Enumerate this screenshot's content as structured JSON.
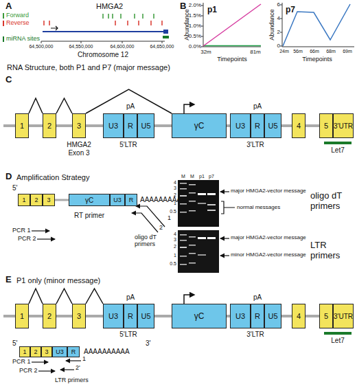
{
  "diagram": {
    "nodes": [
      {
        "text": [
          "1"
        ]
      },
      {
        "text": [
          "2"
        ]
      },
      {
        "text": [
          "3"
        ]
      },
      {
        "text": [
          "U3"
        ]
      },
      {
        "text": [
          "R"
        ]
      },
      {
        "text": [
          "U5"
        ]
      },
      {
        "text": [
          "γC"
        ]
      },
      {
        "text": [
          "U3"
        ]
      },
      {
        "text": [
          "R"
        ]
      },
      {
        "text": [
          "U5"
        ]
      },
      {
        "text": [
          "4"
        ]
      },
      {
        "text": [
          "5"
        ]
      },
      {
        "text": [
          "3'UTR"
        ]
      },
      {
        "text": [
          "1"
        ]
      },
      {
        "text": [
          "2"
        ]
      },
      {
        "text": [
          "3"
        ]
      },
      {
        "text": [
          "γC"
        ]
      },
      {
        "text": [
          "U3"
        ]
      },
      {
        "text": [
          "R"
        ]
      },
      {
        "text": [
          "1"
        ]
      },
      {
        "text": [
          "2"
        ]
      },
      {
        "text": [
          "3"
        ]
      },
      {
        "text": [
          "U3"
        ]
      },
      {
        "text": [
          "R"
        ]
      },
      {
        "text": [
          "U5"
        ]
      },
      {
        "text": [
          "γC"
        ]
      },
      {
        "text": [
          "U3"
        ]
      },
      {
        "text": [
          "R"
        ]
      },
      {
        "text": [
          "U5"
        ]
      },
      {
        "text": [
          "4"
        ]
      },
      {
        "text": [
          "5"
        ]
      },
      {
        "text": [
          "3'UTR"
        ]
      },
      {
        "text": [
          "1"
        ]
      },
      {
        "text": [
          "2"
        ]
      },
      {
        "text": [
          "3"
        ]
      },
      {
        "text": [
          "U3"
        ]
      },
      {
        "text": [
          "R"
        ]
      }
    ],
    "edges": [
      {
        "from": 0,
        "to": 1,
        "arrow": "none"
      },
      {
        "from": 1,
        "to": 2,
        "arrow": "none"
      },
      {
        "from": 2,
        "to": 6,
        "arrow": "none"
      },
      {
        "from": 19,
        "to": 20,
        "arrow": "none"
      },
      {
        "from": 20,
        "to": 21,
        "arrow": "none"
      },
      {
        "from": 21,
        "to": 22,
        "arrow": "none"
      }
    ],
    "labels": [
      "A",
      "HMGA2",
      "64,500,000",
      "64,550,000",
      "64,600,000",
      "64,650,000",
      "Chromosome 12",
      "B",
      "Abundance",
      "2.0%",
      "1.5%",
      "1.0%",
      "0.5%",
      "0.0%",
      "p1",
      "32m",
      "81m",
      "Timepoints",
      "Abundance",
      "6",
      "4",
      "2",
      "0",
      "p7",
      "24m",
      "56m",
      "66m",
      "68m",
      "69m",
      "Timepoints",
      "RNA Structure, both P1 and P7 (major message)",
      "C",
      "pA",
      "HMGA2 Exon 3",
      "5'LTR",
      "pA",
      "3'LTR",
      "Let7",
      "D",
      "Amplification Strategy",
      "5'",
      "3'",
      "AAAAAAAAAA",
      "RT primer",
      "PCR 1",
      "PCR 2",
      "1",
      "2",
      "oligo dT primers",
      "M",
      "M",
      "p1",
      "p7",
      "4",
      "3",
      "2",
      "1",
      "0.5",
      "major HMGA2-vector message",
      "normal messages",
      "oligo dT primers",
      "4",
      "3",
      "2",
      "1",
      "0.5",
      "major HMGA2-vector message",
      "minor HMGA2-vector message",
      "LTR primers",
      "E",
      "P1 only (minor message)",
      "pA",
      "5'LTR",
      "pA",
      "3'LTR",
      "Let7",
      "5'",
      "3'",
      "AAAAAAAAAA",
      "PCR 1",
      "PCR 2",
      "1",
      "2'",
      "LTR primers"
    ],
    "legend": [
      {
        "text": "Forward",
        "color": "#3a9a3a"
      },
      {
        "text": "Reverse",
        "color": "#d9342b"
      },
      {
        "text": "miRNA sites",
        "color": "#1a7a2a"
      }
    ]
  }
}
